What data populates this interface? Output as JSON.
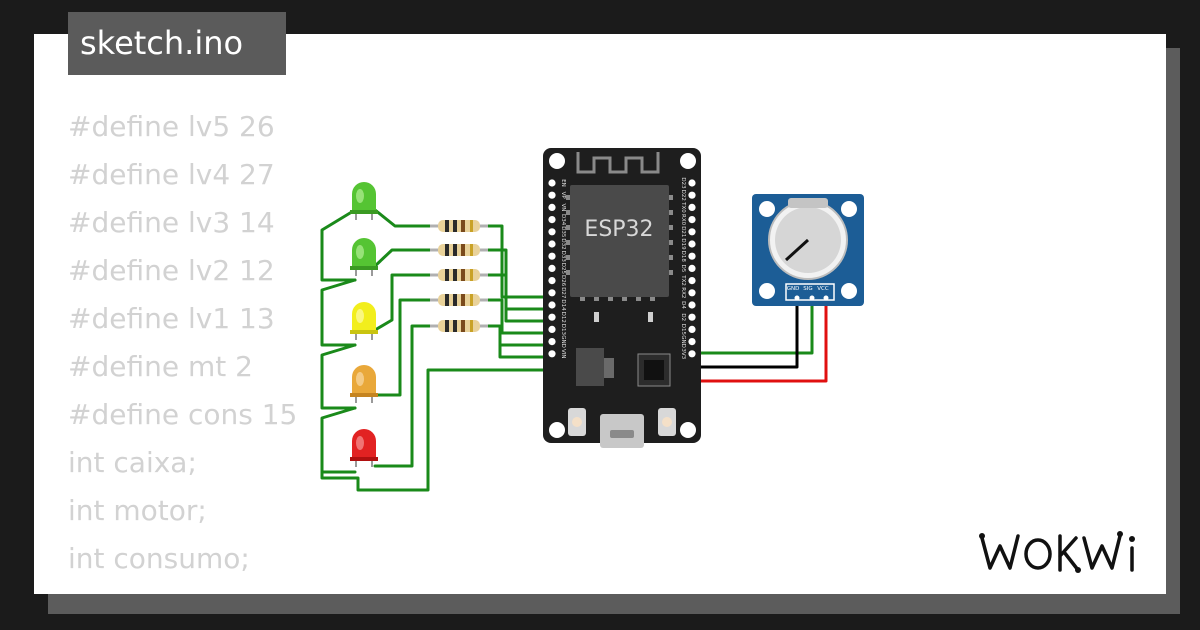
{
  "file_tab": {
    "label": "sketch.ino"
  },
  "code_lines": [
    "#define lv5 26",
    "#define lv4 27",
    "#define lv3 14",
    "#define lv2 12",
    "#define lv1 13",
    "#define mt 2",
    "#define cons 15",
    "int caixa;",
    "int motor;",
    "int consumo;"
  ],
  "board": {
    "chip_label": "ESP32",
    "left_pins": [
      "EN",
      "VP",
      "VN",
      "D34",
      "D35",
      "D32",
      "D33",
      "D25",
      "D26",
      "D27",
      "D14",
      "D12",
      "D13",
      "GND",
      "VIN"
    ],
    "right_pins": [
      "D23",
      "D22",
      "TX0",
      "RX0",
      "D21",
      "D19",
      "D18",
      "D5",
      "TX2",
      "RX2",
      "D4",
      "D2",
      "D15",
      "GND",
      "3V3"
    ]
  },
  "potentiometer": {
    "pins": [
      "GND",
      "SIG",
      "VCC"
    ]
  },
  "leds": [
    {
      "color": "green"
    },
    {
      "color": "green"
    },
    {
      "color": "yellow"
    },
    {
      "color": "orange"
    },
    {
      "color": "red"
    }
  ],
  "colors": {
    "wire_green": "#1a8a1a",
    "wire_black": "#000000",
    "wire_red": "#e01010",
    "board": "#1e1e1e",
    "pot_pcb": "#1c5d96"
  },
  "brand": "WOKWi"
}
